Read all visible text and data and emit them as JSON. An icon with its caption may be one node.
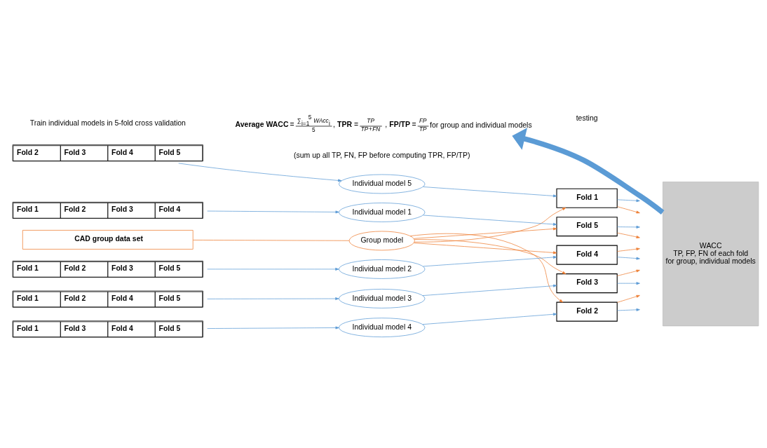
{
  "diagram": {
    "nodes": [
      {
        "text": [
          "CAD group data set"
        ]
      },
      {
        "text": [
          "Group model"
        ]
      },
      {
        "text": [
          "Fold 1",
          "Fold 2",
          "Fold 3",
          "Fold 4"
        ]
      },
      {
        "text": [
          "Fold 1",
          "Fold 2",
          "Fold 3",
          "Fold 5"
        ]
      },
      {
        "text": [
          "Fold 1",
          "Fold 2",
          "Fold 4",
          "Fold 5"
        ]
      },
      {
        "text": [
          "Fold 1",
          "Fold 3",
          "Fold 4",
          "Fold 5"
        ]
      },
      {
        "text": [
          "Fold 2",
          "Fold 3",
          "Fold 4",
          "Fold 5"
        ]
      },
      {
        "text": [
          "Individual model 1"
        ]
      },
      {
        "text": [
          "Individual model 2"
        ]
      },
      {
        "text": [
          "Individual model 3"
        ]
      },
      {
        "text": [
          "Individual model 4"
        ]
      },
      {
        "text": [
          "Individual model 5"
        ]
      },
      {
        "text": [
          "Fold 5"
        ]
      },
      {
        "text": [
          "Fold 4"
        ]
      },
      {
        "text": [
          "Fold 3"
        ]
      },
      {
        "text": [
          "Fold 2"
        ]
      },
      {
        "text": [
          "Fold 1"
        ]
      },
      {
        "text": [
          "WACC",
          "TP, FP, FN of each fold",
          "for group, individual models"
        ]
      },
      {
        "text": [
          "**Average WACC** =",
          "∑$_{i=1}$$^{5}$ *WAcc*$_{i}$",
          "5",
          ", **TPR** =",
          "*TP*",
          "*TP*+*FN*",
          " , **FP/TP** =",
          "*FP*",
          "*TP*",
          "for group and individual models"
        ]
      }
    ],
    "edges": [
      {
        "from": 0,
        "to": 1,
        "arrow": "none",
        "color": "#ed7d31"
      },
      {
        "from": 2,
        "to": 7,
        "arrow": "to"
      },
      {
        "from": 3,
        "to": 8,
        "arrow": "to"
      },
      {
        "from": 4,
        "to": 9,
        "arrow": "to"
      },
      {
        "from": 5,
        "to": 10,
        "arrow": "to"
      },
      {
        "from": 6,
        "to": 11,
        "arrow": "to"
      },
      {
        "from": 1,
        "to": 12,
        "arrow": "to",
        "color": "#ed7d31"
      },
      {
        "from": 1,
        "to": 13,
        "arrow": "to",
        "color": "#ed7d31"
      },
      {
        "from": 1,
        "to": 14,
        "arrow": "to",
        "color": "#ed7d31"
      },
      {
        "from": 1,
        "to": 15,
        "arrow": "to",
        "color": "#ed7d31"
      },
      {
        "from": 1,
        "to": 16,
        "arrow": "to",
        "color": "#ed7d31"
      },
      {
        "from": 7,
        "to": 12,
        "arrow": "to"
      },
      {
        "from": 8,
        "to": 13,
        "arrow": "to"
      },
      {
        "from": 9,
        "to": 14,
        "arrow": "to"
      },
      {
        "from": 10,
        "to": 15,
        "arrow": "to"
      },
      {
        "from": 11,
        "to": 16,
        "arrow": "to"
      },
      {
        "from": 12,
        "to": null,
        "arrow": "to",
        "color": "#ed7d31"
      },
      {
        "from": 12,
        "to": null,
        "arrow": "to"
      },
      {
        "from": 13,
        "to": null,
        "arrow": "to",
        "color": "#ed7d31"
      },
      {
        "from": 13,
        "to": null,
        "arrow": "to"
      },
      {
        "from": 14,
        "to": null,
        "arrow": "to",
        "color": "#ed7d31"
      },
      {
        "from": 14,
        "to": null,
        "arrow": "to"
      },
      {
        "from": 15,
        "to": null,
        "arrow": "to",
        "color": "#ed7d31"
      },
      {
        "from": 15,
        "to": null,
        "arrow": "to"
      },
      {
        "from": 16,
        "to": null,
        "arrow": "to",
        "color": "#ed7d31"
      },
      {
        "from": 16,
        "to": null,
        "arrow": "to"
      },
      {
        "from": 17,
        "to": 18,
        "arrow": "to",
        "style": "thick"
      }
    ],
    "labels": [
      "Train individual models in 5-fold cross validation",
      "testing",
      "(sum up all TP, FN, FP before computing TPR, FP/TP)"
    ]
  }
}
